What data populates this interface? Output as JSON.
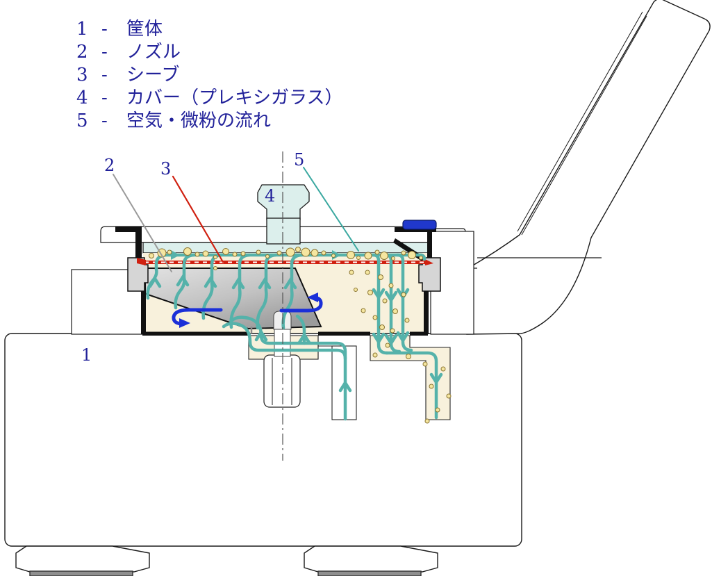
{
  "diagram": {
    "legend": {
      "separator": "-",
      "items": [
        {
          "number": "1",
          "label": "筐体"
        },
        {
          "number": "2",
          "label": "ノズル"
        },
        {
          "number": "3",
          "label": "シーブ"
        },
        {
          "number": "4",
          "label": "カバー（プレキシガラス）"
        },
        {
          "number": "5",
          "label": "空気・微粉の流れ"
        }
      ]
    },
    "callouts": {
      "housing": "1",
      "nozzle": "2",
      "sieve": "3",
      "cover": "4",
      "flow": "5"
    },
    "colors": {
      "label_text": "#22229a",
      "flow_teal": "#55b2aa",
      "rotation_blue": "#1b2fd8",
      "sieve_red": "#d02010",
      "nozzle_leader_gray": "#9a9a9a",
      "chamber_cream": "#f8f1dc",
      "cover_glass": "#dcefec",
      "particle_yellow": "#f5e6a0",
      "clamp_blue": "#2038cc"
    }
  }
}
